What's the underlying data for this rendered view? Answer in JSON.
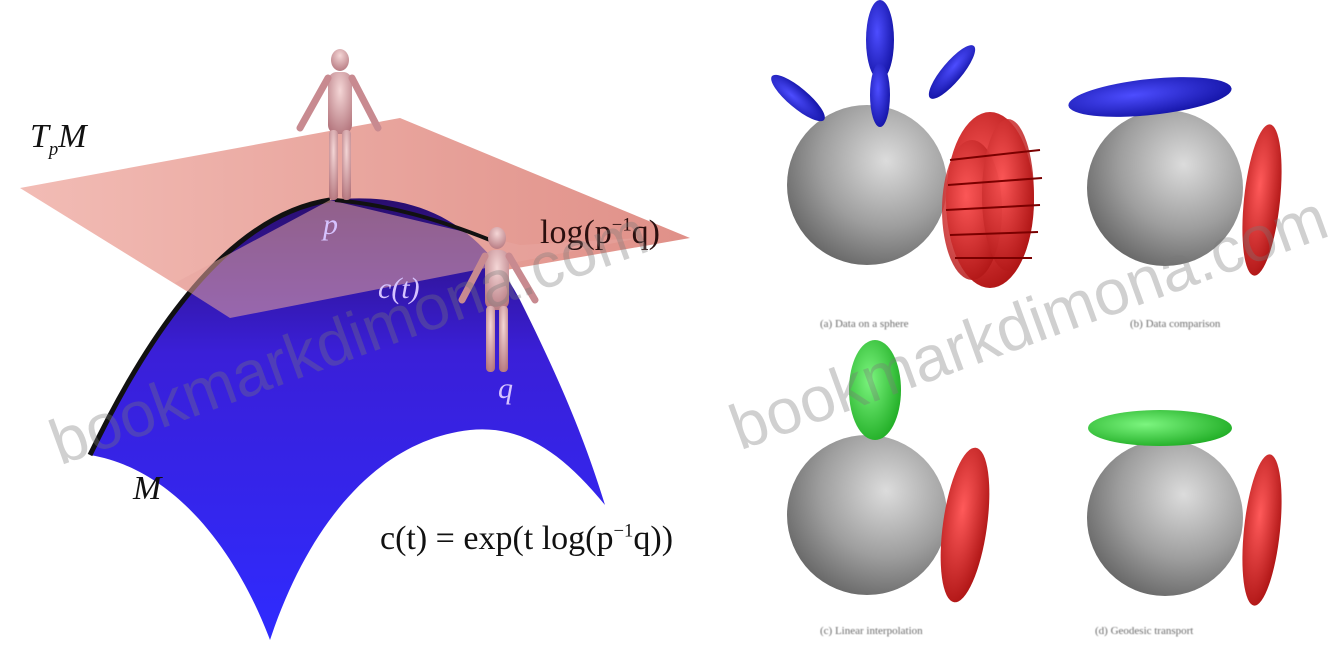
{
  "left_figure": {
    "label_tangent": "T",
    "label_tangent_sub": "p",
    "label_tangent_rest": "M",
    "label_point_p": "p",
    "label_point_q": "q",
    "label_curve": "c(t)",
    "label_manifold": "M",
    "label_log": "log(p",
    "label_log_sup": "−1",
    "label_log_tail": "q)",
    "label_equation": "c(t) = exp(t log(p",
    "label_equation_sup": "−1",
    "label_equation_tail": "q))"
  },
  "right_figure": {
    "captions": [
      "(a) Data on a sphere",
      "(b) Data comparison",
      "(c) Linear interpolation",
      "(d) Geodesic transport"
    ]
  },
  "watermarks": [
    "bookmarkdimona.com",
    "bookmarkdimona.com"
  ],
  "colors": {
    "tangent_plane": "#e8a6a0",
    "manifold": "#3a1fd8",
    "blue_figures": "#1a1ad0",
    "red_ellipsoid": "#d41f1f",
    "green_ellipsoid": "#34d63c",
    "sphere": "#9a9a9a"
  }
}
